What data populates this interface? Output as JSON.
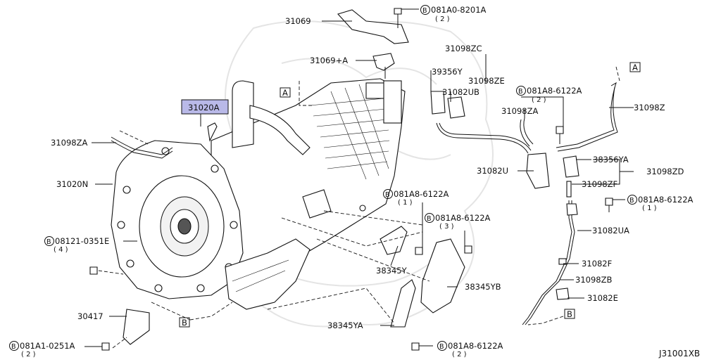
{
  "diagram": {
    "code": "J31001XB",
    "hl_label": "31020A",
    "hl_color": "#b9b9e8",
    "labels": {
      "p31069": "31069",
      "p31069A": "31069+A",
      "p31098ZC": "31098ZC",
      "p39356Y": "39356Y",
      "p31098ZE": "31098ZE",
      "p31082UB": "31082UB",
      "p31098ZA_r": "31098ZA",
      "p31098Z": "31098Z",
      "p38356YA": "38356YA",
      "p31098ZD": "31098ZD",
      "p31082U": "31082U",
      "p31098ZF": "31098ZF",
      "p31082UA": "31082UA",
      "p31082F": "31082F",
      "p31098ZB": "31098ZB",
      "p31082E": "31082E",
      "p31098ZA_l": "31098ZA",
      "p31020N": "31020N",
      "p38345Y": "38345Y",
      "p38345YB": "38345YB",
      "p38345YA": "38345YA",
      "p30417": "30417"
    },
    "bolts": {
      "b1": {
        "num": "081A0-8201A",
        "qty": "( 2 )"
      },
      "b2": {
        "num": "081A8-6122A",
        "qty": "( 2 )"
      },
      "b3": {
        "num": "081A8-6122A",
        "qty": "( 1 )"
      },
      "b4": {
        "num": "081A8-6122A",
        "qty": "( 3 )"
      },
      "b5": {
        "num": "081A8-6122A",
        "qty": "( 1 )"
      },
      "b6": {
        "num": "08121-0351E",
        "qty": "( 4 )"
      },
      "b7": {
        "num": "081A1-0251A",
        "qty": "( 2 )"
      },
      "b8": {
        "num": "081A8-6122A",
        "qty": "( 2 )"
      }
    },
    "bolt_mark": "B",
    "refs": {
      "a": "A",
      "b": "B"
    }
  }
}
